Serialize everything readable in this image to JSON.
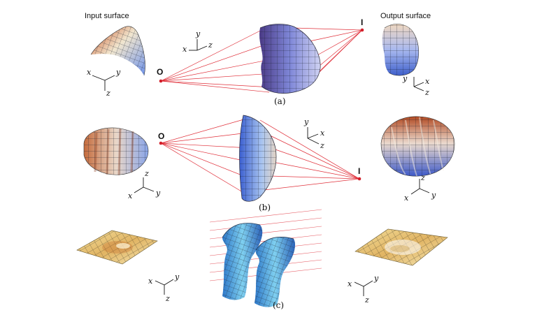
{
  "headers": {
    "input": "Input surface",
    "output": "Output surface"
  },
  "captions": {
    "a": "(a)",
    "b": "(b)",
    "c": "(c)"
  },
  "points": {
    "object_a": "O",
    "image_a": "I",
    "object_b": "O",
    "image_b": "I"
  },
  "axes": {
    "x": "x",
    "y": "y",
    "z": "z"
  },
  "colors": {
    "ray": "#e0303a",
    "mesh": "#1c2230",
    "hot": "#c8501e",
    "cool": "#4f78d8",
    "gold": "#e8c86a"
  }
}
